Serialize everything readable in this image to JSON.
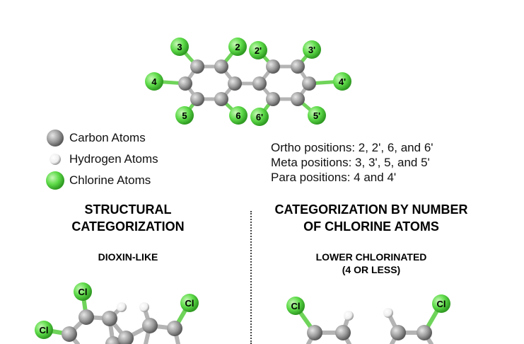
{
  "top_molecule": {
    "chlorine_labels": [
      "2",
      "3",
      "4",
      "5",
      "6",
      "2'",
      "3'",
      "4'",
      "5'",
      "6'"
    ]
  },
  "legend": {
    "carbon": "Carbon Atoms",
    "hydrogen": "Hydrogen Atoms",
    "chlorine": "Chlorine Atoms"
  },
  "positions": {
    "ortho": "Ortho positions: 2, 2', 6, and 6'",
    "meta": "Meta positions: 3, 3', 5, and 5'",
    "para": "Para positions: 4 and 4'"
  },
  "left_panel": {
    "heading_line1": "STRUCTURAL",
    "heading_line2": "CATEGORIZATION",
    "subheading": "DIOXIN-LIKE",
    "cl_label": "Cl"
  },
  "right_panel": {
    "heading_line1": "CATEGORIZATION BY NUMBER",
    "heading_line2": "OF CHLORINE ATOMS",
    "subheading_line1": "LOWER CHLORINATED",
    "subheading_line2": "(4 OR LESS)",
    "cl_label": "Cl"
  },
  "colors": {
    "carbon": "#9a9a9a",
    "hydrogen": "#ffffff",
    "chlorine": "#5fdc4a",
    "bond": "#b4b4b4",
    "text": "#000000"
  }
}
